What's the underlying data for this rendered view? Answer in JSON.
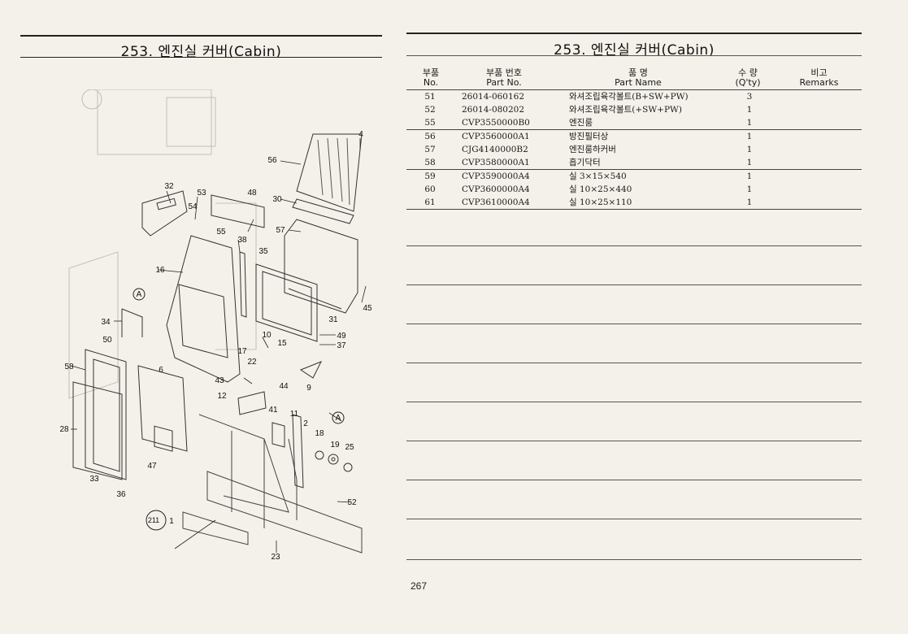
{
  "left": {
    "title": "253. 엔진실 커버(Cabin)"
  },
  "right": {
    "title": "253. 엔진실 커버(Cabin)",
    "headers": {
      "no_ko": "부품",
      "no_en": "No.",
      "part_ko": "부품 번호",
      "part_en": "Part No.",
      "name_ko": "품 명",
      "name_en": "Part Name",
      "qty_ko": "수 량",
      "qty_en": "(Q'ty)",
      "rem_ko": "비고",
      "rem_en": "Remarks"
    },
    "rows": [
      {
        "no": "51",
        "part": "26014-060162",
        "name": "와셔조립육각볼트(B+SW+PW)",
        "qty": "3"
      },
      {
        "no": "52",
        "part": "26014-080202",
        "name": "와셔조립육각볼트(+SW+PW)",
        "qty": "1"
      },
      {
        "no": "55",
        "part": "CVP3550000B0",
        "name": "엔진룸",
        "qty": "1"
      },
      {
        "no": "56",
        "part": "CVP3560000A1",
        "name": "방진필터상",
        "qty": "1"
      },
      {
        "no": "57",
        "part": "CJG4140000B2",
        "name": "엔진룸하커버",
        "qty": "1"
      },
      {
        "no": "58",
        "part": "CVP3580000A1",
        "name": "흡기닥터",
        "qty": "1"
      },
      {
        "no": "59",
        "part": "CVP3590000A4",
        "name": "실 3×15×540",
        "qty": "1"
      },
      {
        "no": "60",
        "part": "CVP3600000A4",
        "name": "실 10×25×440",
        "qty": "1"
      },
      {
        "no": "61",
        "part": "CVP3610000A4",
        "name": "실 10×25×110",
        "qty": "1"
      }
    ]
  },
  "callouts": [
    "4",
    "56",
    "30",
    "57",
    "32",
    "53",
    "54",
    "48",
    "55",
    "38",
    "35",
    "16",
    "34",
    "50",
    "58",
    "6",
    "10",
    "15",
    "17",
    "22",
    "31",
    "45",
    "49",
    "37",
    "43",
    "44",
    "9",
    "12",
    "41",
    "11",
    "2",
    "18",
    "19",
    "25",
    "28",
    "47",
    "33",
    "36",
    "211",
    "1",
    "52",
    "23"
  ],
  "page_number": "267"
}
